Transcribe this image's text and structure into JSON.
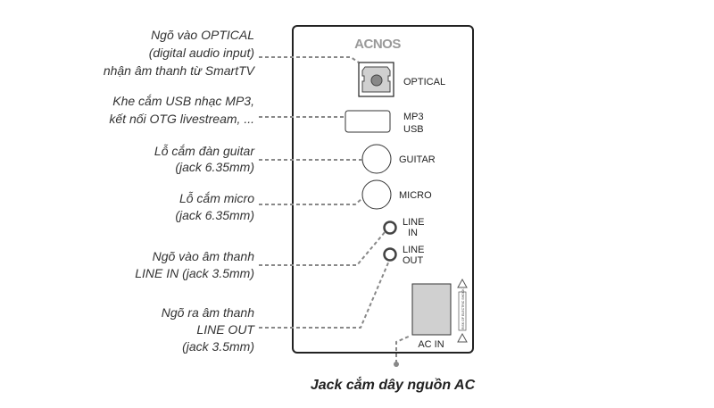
{
  "brand": "ACNOS",
  "panel": {
    "optical": "OPTICAL",
    "usb": [
      "MP3",
      "USB"
    ],
    "guitar": "GUITAR",
    "micro": "MICRO",
    "line_in": [
      "LINE",
      "IN"
    ],
    "line_out": [
      "LINE",
      "OUT"
    ],
    "ac_in": "AC IN",
    "warning": "RISK OF ELECTRIC SHOCK"
  },
  "callouts": {
    "optical": [
      "Ngõ vào OPTICAL",
      "(digital audio input)",
      "nhận âm thanh từ SmartTV"
    ],
    "usb": [
      "Khe cắm USB nhạc MP3,",
      "kết nối OTG livestream, ..."
    ],
    "guitar": [
      "Lỗ cắm đàn guitar",
      "(jack 6.35mm)"
    ],
    "micro": [
      "Lỗ cắm micro",
      "(jack 6.35mm)"
    ],
    "line_in": [
      "Ngõ vào âm thanh",
      "LINE IN (jack 3.5mm)"
    ],
    "line_out": [
      "Ngõ ra âm thanh",
      "LINE OUT",
      "(jack 3.5mm)"
    ],
    "ac": "Jack cắm dây nguồn AC"
  },
  "colors": {
    "line": "#888888",
    "fill": "#d0d0d0",
    "text": "#333333"
  }
}
